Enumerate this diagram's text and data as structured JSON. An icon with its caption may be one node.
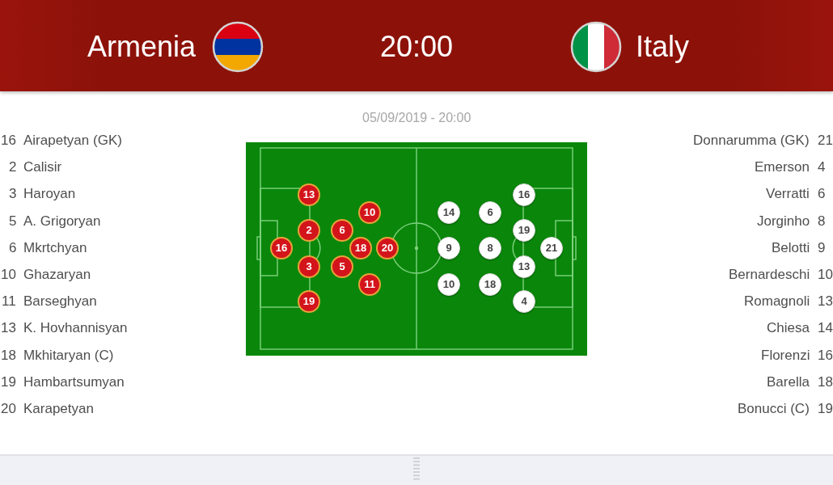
{
  "diagram": {
    "nodes": [
      {
        "text": [
          "13"
        ]
      },
      {
        "text": [
          "10"
        ]
      },
      {
        "text": [
          "2"
        ]
      },
      {
        "text": [
          "6"
        ]
      },
      {
        "text": [
          "16"
        ]
      },
      {
        "text": [
          "18"
        ]
      },
      {
        "text": [
          "20"
        ]
      },
      {
        "text": [
          "3"
        ]
      },
      {
        "text": [
          "5"
        ]
      },
      {
        "text": [
          "11"
        ]
      },
      {
        "text": [
          "19"
        ]
      },
      {
        "text": [
          "16"
        ]
      },
      {
        "text": [
          "14"
        ]
      },
      {
        "text": [
          "6"
        ]
      },
      {
        "text": [
          "19"
        ]
      },
      {
        "text": [
          "9"
        ]
      },
      {
        "text": [
          "8"
        ]
      },
      {
        "text": [
          "21"
        ]
      },
      {
        "text": [
          "13"
        ]
      },
      {
        "text": [
          "10"
        ]
      },
      {
        "text": [
          "18"
        ]
      },
      {
        "text": [
          "4"
        ]
      }
    ],
    "labels": [
      "Armenia",
      "20:00",
      "Italy",
      "05/09/2019 - 20:00",
      "16",
      "Airapetyan (GK)",
      "2",
      "Calisir",
      "3",
      "Haroyan",
      "5",
      "A. Grigoryan",
      "6",
      "Mkrtchyan",
      "10",
      "Ghazaryan",
      "11",
      "Barseghyan",
      "13",
      "K. Hovhannisyan",
      "18",
      "Mkhitaryan (C)",
      "19",
      "Hambartsumyan",
      "20",
      "Karapetyan",
      "Donnarumma (GK)",
      "21",
      "Emerson",
      "4",
      "Verratti",
      "6",
      "Jorginho",
      "8",
      "Belotti",
      "9",
      "Bernardeschi",
      "10",
      "Romagnoli",
      "13",
      "Chiesa",
      "14",
      "Florenzi",
      "16",
      "Barella",
      "18",
      "Bonucci (C)",
      "19"
    ]
  }
}
